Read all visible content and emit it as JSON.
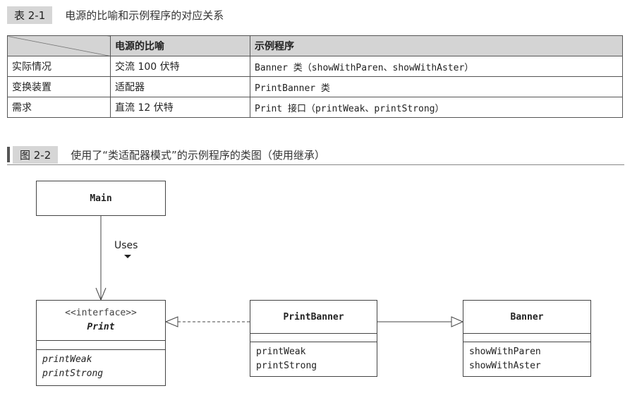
{
  "table_caption": {
    "tag": "表 2-1",
    "title": "电源的比喻和示例程序的对应关系"
  },
  "table": {
    "headers": [
      "",
      "电源的比喻",
      "示例程序"
    ],
    "rows": [
      [
        "实际情况",
        "交流 100 伏特",
        "Banner 类（showWithParen、showWithAster）"
      ],
      [
        "变换装置",
        "适配器",
        "PrintBanner 类"
      ],
      [
        "需求",
        "直流 12 伏特",
        "Print 接口（printWeak、printStrong）"
      ]
    ]
  },
  "figure_caption": {
    "tag": "图 2-2",
    "title": "使用了“类适配器模式”的示例程序的类图（使用继承）"
  },
  "diagram": {
    "main": {
      "name": "Main"
    },
    "uses_label": "Uses",
    "print": {
      "stereotype": "<<interface>>",
      "name": "Print",
      "methods": [
        "printWeak",
        "printStrong"
      ]
    },
    "print_banner": {
      "name": "PrintBanner",
      "methods": [
        "printWeak",
        "printStrong"
      ]
    },
    "banner": {
      "name": "Banner",
      "methods": [
        "showWithParen",
        "showWithAster"
      ]
    }
  }
}
